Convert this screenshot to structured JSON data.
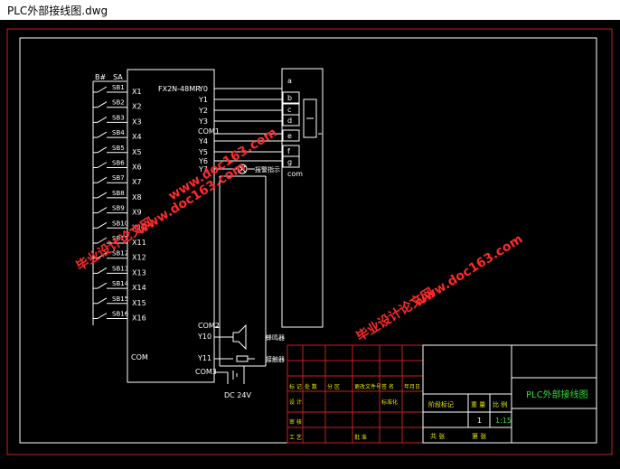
{
  "window": {
    "title": "PLC外部接线图.dwg"
  },
  "plc": {
    "model": "FX2N-48MR",
    "input_labels": [
      "X1",
      "X2",
      "X3",
      "X4",
      "X5",
      "X6",
      "X7",
      "X8",
      "X9",
      "X10",
      "X11",
      "X12",
      "X13",
      "X14",
      "X15",
      "X16"
    ],
    "com_in": "COM",
    "output_top": [
      "Y0",
      "Y1",
      "Y2",
      "Y3"
    ],
    "com1": "COM1",
    "output_mid": [
      "Y4",
      "Y5",
      "Y6",
      "Y7"
    ],
    "com2": "COM2",
    "y10": "Y10",
    "y11": "Y11",
    "com3": "COM3"
  },
  "switches": {
    "header": [
      "B#",
      "SA"
    ],
    "labels": [
      "SB1",
      "SB2",
      "SB3",
      "SB4",
      "SB5",
      "SB6",
      "SB7",
      "SB8",
      "SB9",
      "SB10",
      "SB11",
      "SB12",
      "SB13",
      "SB14",
      "SB15",
      "SB16"
    ]
  },
  "display": {
    "segments": [
      "a",
      "b",
      "c",
      "d",
      "e",
      "f",
      "g",
      "com"
    ]
  },
  "devices": {
    "lamp": "报警指示",
    "speaker": "蜂鸣器",
    "resistor": "接触器",
    "power": "DC 24V"
  },
  "watermark": {
    "url": "www.doc163.com",
    "cn": "毕业设计论文网"
  },
  "title_block": {
    "title": "PLC外部接线图",
    "row1": [
      "标 记",
      "处 数",
      "分 区",
      "更改文件号",
      "签 名",
      "年月日"
    ],
    "row2": [
      "设 计",
      "",
      "标准化"
    ],
    "row3": [
      "审 核"
    ],
    "row4": [
      "工 艺",
      "",
      "批 准"
    ],
    "stage_label": "阶段标记",
    "weight_label": "重 量",
    "scale_label": "比 例",
    "weight_val": "1",
    "scale_val": "1:15",
    "sheets": [
      "共 张",
      "第 张"
    ]
  }
}
